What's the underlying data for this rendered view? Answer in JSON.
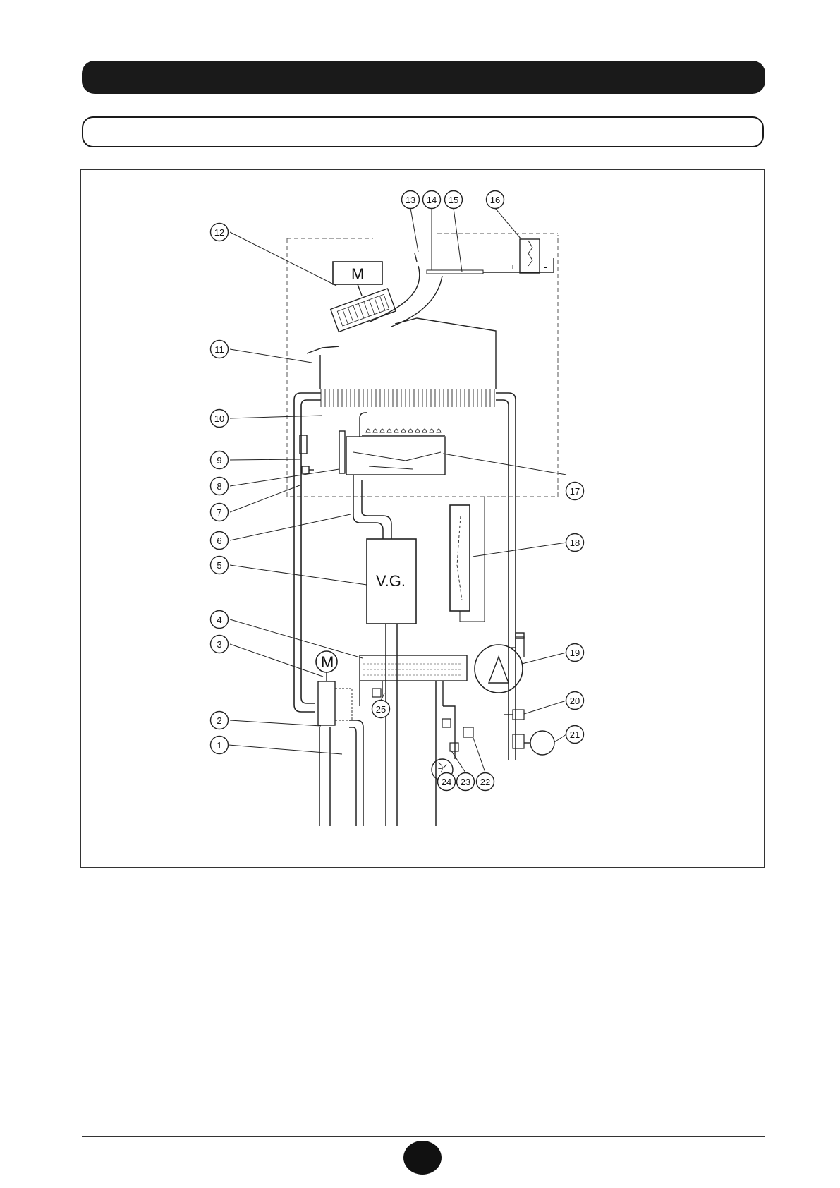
{
  "diagram": {
    "motor_fan_label": "M",
    "gas_valve_label": "V.G.",
    "diverter_motor_label": "M",
    "switch_plus": "+",
    "switch_minus": "-",
    "callouts": [
      "1",
      "2",
      "3",
      "4",
      "5",
      "6",
      "7",
      "8",
      "9",
      "10",
      "11",
      "12",
      "13",
      "14",
      "15",
      "16",
      "17",
      "18",
      "19",
      "20",
      "21",
      "22",
      "23",
      "24",
      "25"
    ]
  }
}
